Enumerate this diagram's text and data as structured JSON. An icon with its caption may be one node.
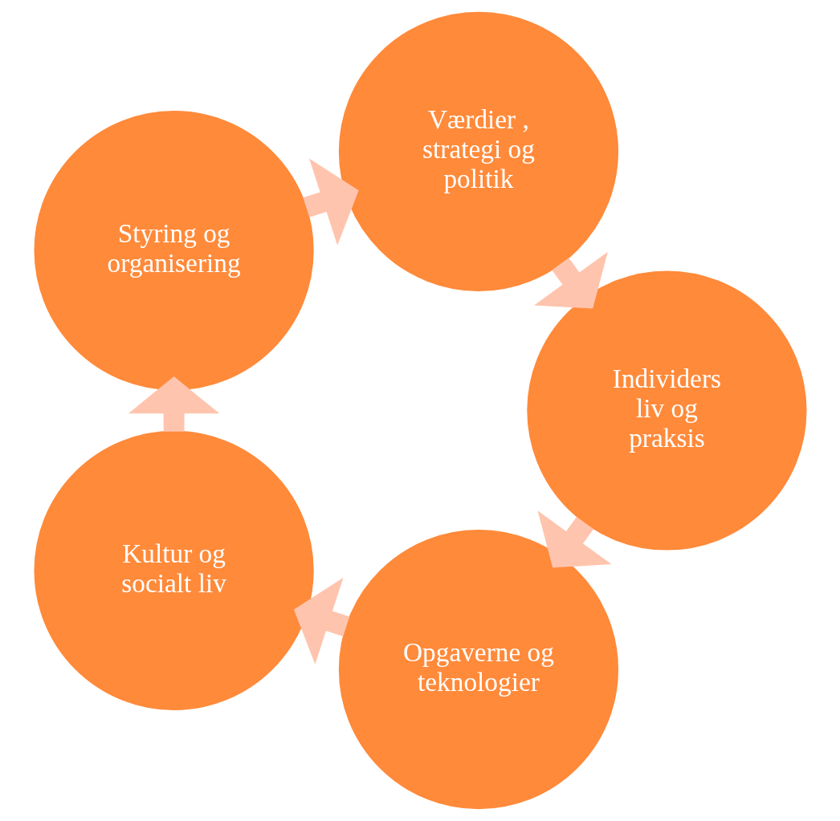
{
  "diagram": {
    "nodes": [
      {
        "text": [
          "Opgaverne og teknologier"
        ]
      },
      {
        "text": [
          "Kultur og socialt liv"
        ]
      },
      {
        "text": [
          "Styring og organisering"
        ]
      },
      {
        "text": [
          "Værdier , strategi og politik"
        ]
      },
      {
        "text": [
          "Individers liv og praksis"
        ]
      }
    ],
    "edges": [
      {
        "from": 0,
        "to": 1,
        "arrow": "to"
      },
      {
        "from": 1,
        "to": 2,
        "arrow": "to"
      },
      {
        "from": 2,
        "to": 3,
        "arrow": "to"
      },
      {
        "from": 3,
        "to": 4,
        "arrow": "to"
      },
      {
        "from": 4,
        "to": 0,
        "arrow": "to"
      }
    ]
  }
}
